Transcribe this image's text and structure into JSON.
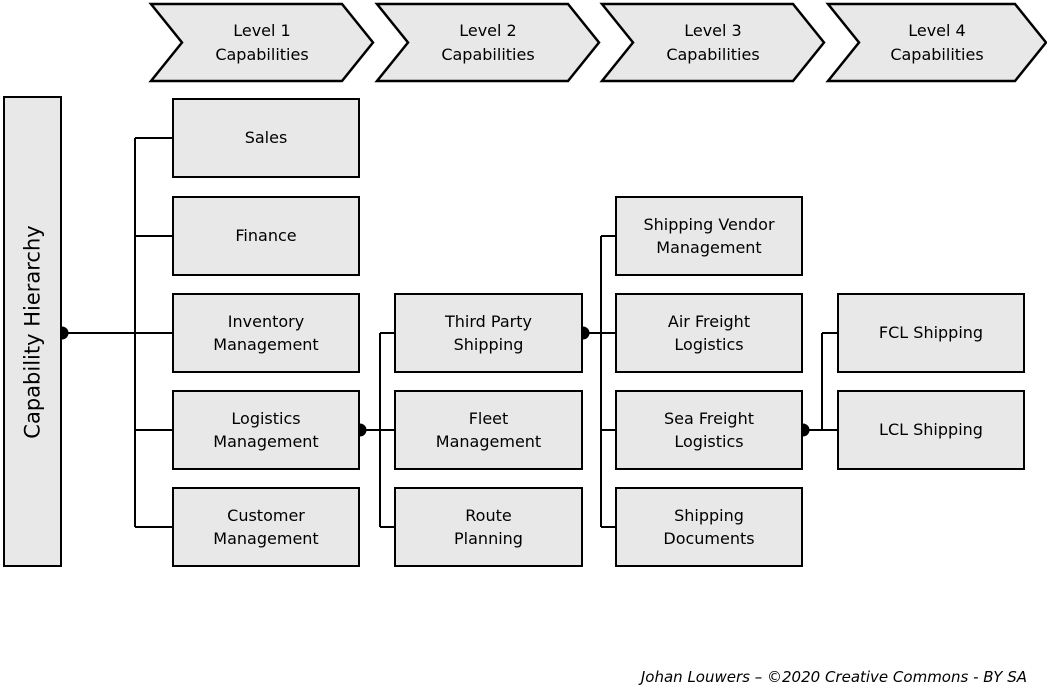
{
  "headers": [
    "Level 1\nCapabilities",
    "Level 2\nCapabilities",
    "Level 3\nCapabilities",
    "Level 4\nCapabilities"
  ],
  "diagram": {
    "root": "Capability Hierarchy",
    "level1": [
      "Sales",
      "Finance",
      "Inventory\nManagement",
      "Logistics\nManagement",
      "Customer\nManagement"
    ],
    "level2": [
      "Third Party\nShipping",
      "Fleet\nManagement",
      "Route\nPlanning"
    ],
    "level3": [
      "Shipping Vendor\nManagement",
      "Air Freight\nLogistics",
      "Sea Freight\nLogistics",
      "Shipping\nDocuments"
    ],
    "level4": [
      "FCL Shipping",
      "LCL Shipping"
    ]
  },
  "connections": [
    {
      "from": "Capability Hierarchy",
      "to": [
        "Sales",
        "Finance",
        "Inventory Management",
        "Logistics Management",
        "Customer Management"
      ]
    },
    {
      "from": "Logistics Management",
      "to": [
        "Third Party Shipping",
        "Fleet Management",
        "Route Planning"
      ]
    },
    {
      "from": "Third Party Shipping",
      "to": [
        "Shipping Vendor Management",
        "Air Freight Logistics",
        "Sea Freight Logistics",
        "Shipping Documents"
      ]
    },
    {
      "from": "Sea Freight Logistics",
      "to": [
        "FCL Shipping",
        "LCL Shipping"
      ]
    }
  ],
  "footer": {
    "credit": "Johan Louwers – ©2020 Creative Commons - BY SA"
  },
  "colors": {
    "shape_fill": "#e8e8e8",
    "shape_border": "#000000",
    "text": "#000000",
    "background": "#ffffff"
  }
}
